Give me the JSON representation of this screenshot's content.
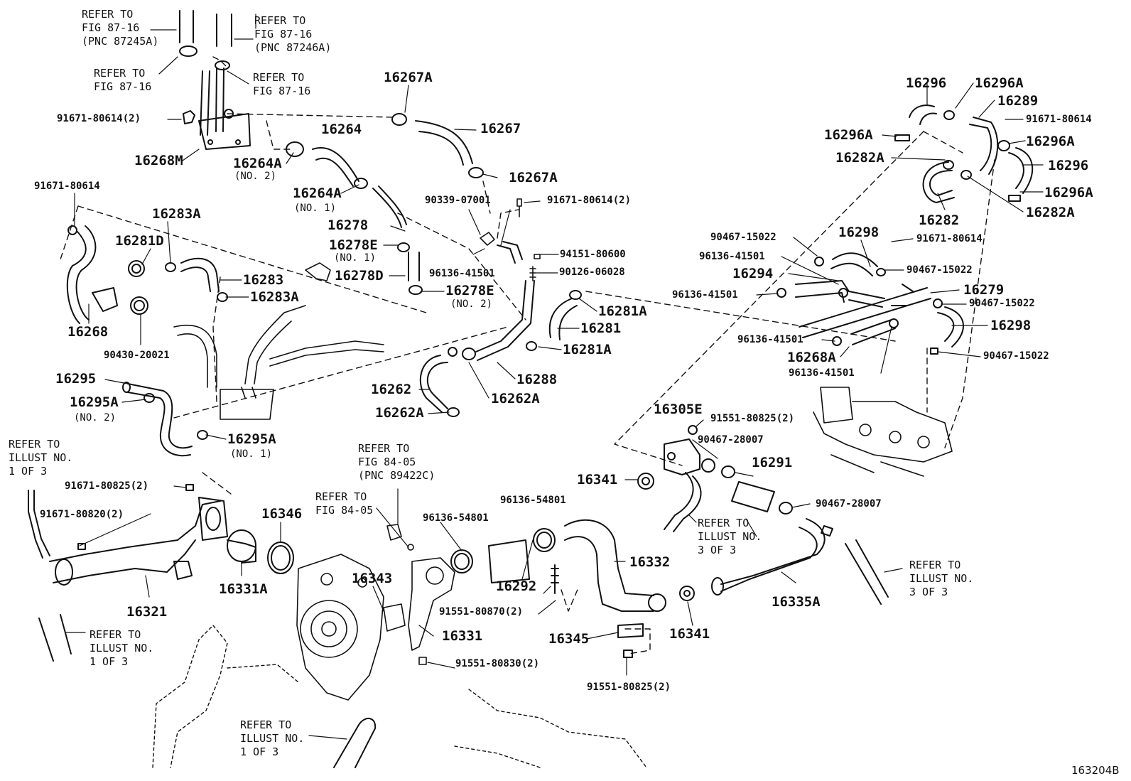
{
  "diagram": {
    "figure_id": "163204B",
    "refs": {
      "r1": "REFER TO\nFIG 87-16\n(PNC 87245A)",
      "r2": "REFER TO\nFIG 87-16\n(PNC 87246A)",
      "r3": "REFER TO\nFIG 87-16",
      "r4": "REFER TO\nFIG 87-16",
      "r5": "REFER TO\nILLUST NO.\n1 OF 3",
      "r6": "REFER TO\nFIG 84-05\n(PNC 89422C)",
      "r7": "REFER TO\nFIG 84-05",
      "r8": "REFER TO\nILLUST NO.\n1 OF 3",
      "r9": "REFER TO\nILLUST NO.\n1 OF 3",
      "r10": "REFER TO\nILLUST NO.\n3 OF 3",
      "r11": "REFER TO\nILLUST NO.\n3 OF 3"
    },
    "parts": {
      "p16267A_a": "16267A",
      "p16267": "16267",
      "p16267A_b": "16267A",
      "p16264": "16264",
      "p16264A_2": "16264A",
      "no2_a": "(NO. 2)",
      "p16264A_1": "16264A",
      "no1_a": "(NO. 1)",
      "p16268M": "16268M",
      "p91671_80614_2a": "91671-80614(2)",
      "p91671_80614_a": "91671-80614",
      "p16283A_a": "16283A",
      "p16281D": "16281D",
      "p16283": "16283",
      "p16283A_b": "16283A",
      "p16268": "16268",
      "p90430": "90430-20021",
      "p16278": "16278",
      "p16278E_1": "16278E",
      "no1_b": "(NO. 1)",
      "p16278D": "16278D",
      "p16278E_2": "16278E",
      "no2_b": "(NO. 2)",
      "p90339": "90339-07001",
      "p91671_80614_2b": "91671-80614(2)",
      "p94151": "94151-80600",
      "p96136_41501_a": "96136-41501",
      "p90126": "90126-06028",
      "p16281A_a": "16281A",
      "p16281": "16281",
      "p16281A_b": "16281A",
      "p16288": "16288",
      "p16262": "16262",
      "p16262A_a": "16262A",
      "p16262A_b": "16262A",
      "p16295": "16295",
      "p16295A_2": "16295A",
      "no2_c": "(NO. 2)",
      "p16295A_1": "16295A",
      "no1_c": "(NO. 1)",
      "p16296_a": "16296",
      "p16296A_a": "16296A",
      "p16289": "16289",
      "p91671_80614_b": "91671-80614",
      "p16296A_b": "16296A",
      "p16296A_c": "16296A",
      "p16282A_a": "16282A",
      "p16296_b": "16296",
      "p16296A_d": "16296A",
      "p16282": "16282",
      "p16282A_b": "16282A",
      "p90467_15022_a": "90467-15022",
      "p16298_a": "16298",
      "p91671_80614_c": "91671-80614",
      "p96136_41501_b": "96136-41501",
      "p90467_15022_b": "90467-15022",
      "p16294": "16294",
      "p96136_41501_c": "96136-41501",
      "p16279": "16279",
      "p90467_15022_c": "90467-15022",
      "p16298_b": "16298",
      "p96136_41501_d": "96136-41501",
      "p90467_15022_d": "90467-15022",
      "p16268A": "16268A",
      "p96136_41501_e": "96136-41501",
      "p16305E": "16305E",
      "p91551_80825_2a": "91551-80825(2)",
      "p90467_28007_a": "90467-28007",
      "p16341_a": "16341",
      "p16291": "16291",
      "p90467_28007_b": "90467-28007",
      "p91671_80825": "91671-80825(2)",
      "p91671_80820": "91671-80820(2)",
      "p16346": "16346",
      "p16331A": "16331A",
      "p16321": "16321",
      "p96136_54801_a": "96136-54801",
      "p96136_54801_b": "96136-54801",
      "p16343": "16343",
      "p16292": "16292",
      "p16332": "16332",
      "p91551_80870": "91551-80870(2)",
      "p16331": "16331",
      "p91551_80830": "91551-80830(2)",
      "p16345": "16345",
      "p16341_b": "16341",
      "p16335A": "16335A",
      "p91551_80825_2b": "91551-80825(2)"
    }
  }
}
